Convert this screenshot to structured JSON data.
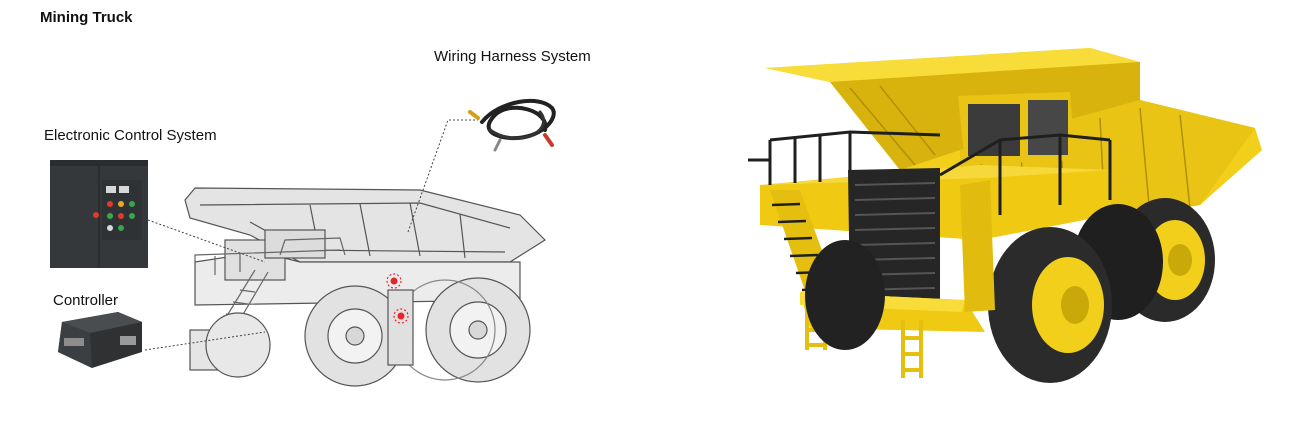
{
  "title": "Mining Truck",
  "labels": {
    "wiring": "Wiring Harness System",
    "ecs": "Electronic Control System",
    "controller": "Controller"
  },
  "colors": {
    "truck_yellow": "#f2cf1a",
    "truck_shadow": "#b08f05",
    "tire": "#2b2b2b",
    "cabinet": "#3a3d40",
    "marker_red": "#e8242b",
    "sketch_line": "#555555",
    "sketch_fill": "#e6e6e6"
  },
  "icons": [
    "electronic-control-cabinet-icon",
    "controller-box-icon",
    "wiring-harness-icon",
    "sensor-marker-icon"
  ]
}
